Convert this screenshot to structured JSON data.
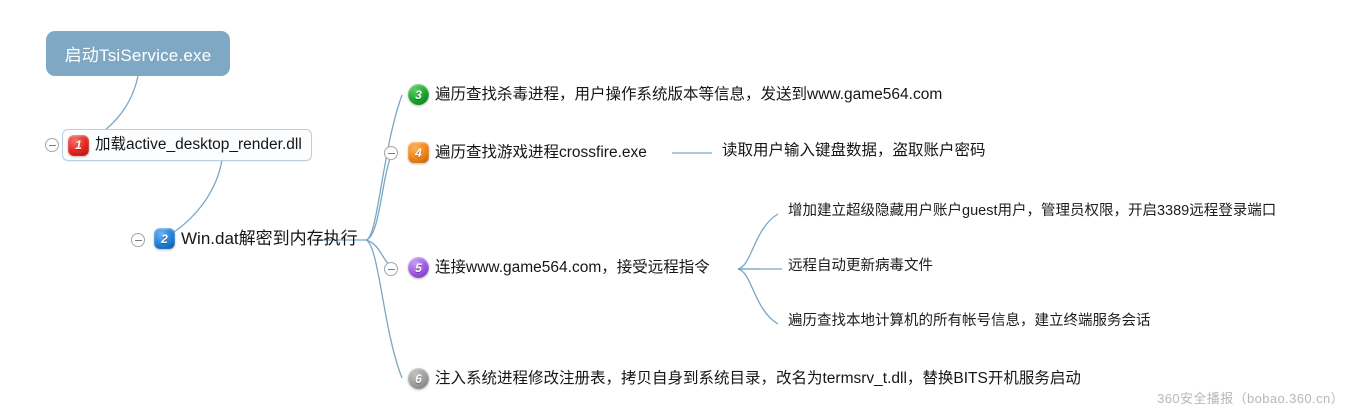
{
  "diagram": {
    "type": "mind-map",
    "root": {
      "label": "启动TsiService.exe"
    },
    "nodes": [
      {
        "id": "n1",
        "number": "1",
        "badge_color": "#e2231f",
        "label": "加载active_desktop_render.dll"
      },
      {
        "id": "n2",
        "number": "2",
        "badge_color": "#1f7fd4",
        "label": "Win.dat解密到内存执行"
      },
      {
        "id": "n3",
        "number": "3",
        "badge_color": "#17a02a",
        "label": "遍历查找杀毒进程，用户操作系统版本等信息，发送到www.game564.com"
      },
      {
        "id": "n4",
        "number": "4",
        "badge_color": "#ef8318",
        "label": "遍历查找游戏进程crossfire.exe",
        "child": "读取用户输入键盘数据，盗取账户密码"
      },
      {
        "id": "n5",
        "number": "5",
        "badge_color": "#9a55e0",
        "label": "连接www.game564.com，接受远程指令",
        "children": [
          "增加建立超级隐藏用户账户guest用户，管理员权限，开启3389远程登录端口",
          "远程自动更新病毒文件",
          "遍历查找本地计算机的所有帐号信息，建立终端服务会话"
        ]
      },
      {
        "id": "n6",
        "number": "6",
        "badge_color": "#9a9a9a",
        "label": "注入系统进程修改注册表，拷贝自身到系统目录，改名为termsrv_t.dll，替换BITS开机服务启动"
      }
    ],
    "watermark": "360安全播报（bobao.360.cn）",
    "colors": {
      "root_fill": "#7fa8c4",
      "connector": "#79a7c6",
      "box_border": "#b9cfe2"
    }
  }
}
